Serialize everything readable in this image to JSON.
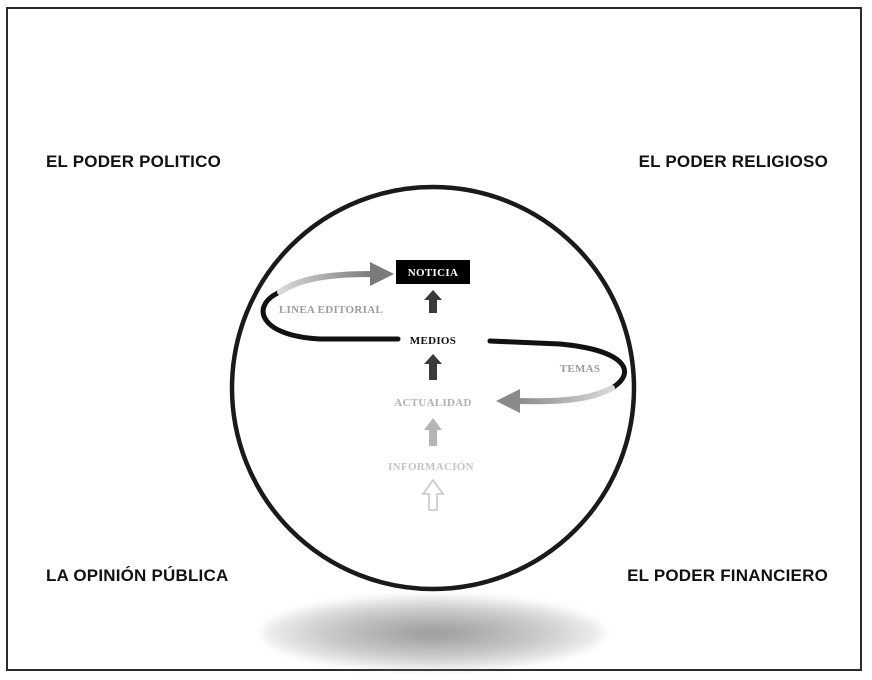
{
  "corners": {
    "top_left": "EL PODER POLITICO",
    "top_right": "EL PODER RELIGIOSO",
    "bottom_left": "LA OPINIÓN PÚBLICA",
    "bottom_right": "EL PODER FINANCIERO"
  },
  "center": {
    "noticia": "NOTICIA",
    "linea_editorial": "LINEA EDITORIAL",
    "medios": "MEDIOS",
    "temas": "TEMAS",
    "actualidad": "ACTUALIDAD",
    "informacion": "INFORMACIÓN"
  },
  "colors": {
    "frame": "#2a2a2a",
    "circle": "#1a1a1a",
    "noticia_box": "#000000",
    "arrow_dark": "#3a3a3a",
    "arrow_mid": "#9a9a9a",
    "arrow_light": "#c8c8c8",
    "label_grey": "#9c9c9c"
  }
}
